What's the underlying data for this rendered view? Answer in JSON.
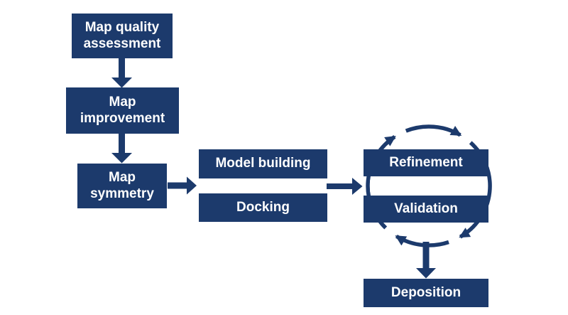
{
  "figure": {
    "type": "flowchart",
    "background_color": "#ffffff",
    "box_color": "#1c3a6c",
    "label_color": "#ffffff"
  },
  "nodes": {
    "map_quality": {
      "label": "Map quality\nassessment"
    },
    "map_improvement": {
      "label": "Map\nimprovement"
    },
    "map_symmetry": {
      "label": "Map\nsymmetry"
    },
    "model_building": {
      "label": "Model building"
    },
    "docking": {
      "label": "Docking"
    },
    "refinement": {
      "label": "Refinement"
    },
    "validation": {
      "label": "Validation"
    },
    "deposition": {
      "label": "Deposition"
    }
  },
  "edges": [
    {
      "from": "map-quality-assessment",
      "to": "map-improvement",
      "style": "block-arrow-down"
    },
    {
      "from": "map-improvement",
      "to": "map-symmetry",
      "style": "block-arrow-down"
    },
    {
      "from": "map-symmetry",
      "to": "model-building-and-docking",
      "style": "block-arrow-right"
    },
    {
      "from": "model-building-and-docking",
      "to": "refinement-and-validation",
      "style": "block-arrow-right"
    },
    {
      "from": "refinement-and-validation",
      "to": "deposition",
      "style": "block-arrow-down"
    },
    {
      "between": [
        "refinement",
        "validation"
      ],
      "style": "cycle-ellipse-clockwise",
      "arrowheads": 4
    }
  ]
}
